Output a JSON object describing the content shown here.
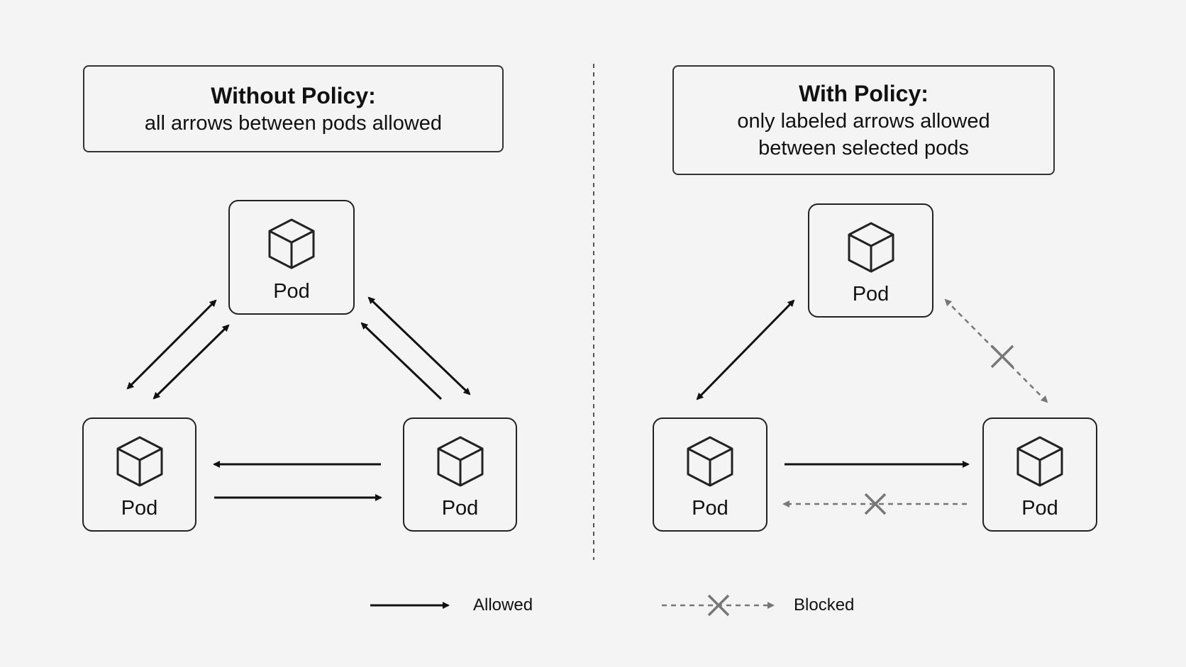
{
  "left_panel": {
    "title": "Without Policy:",
    "subtitle_lines": [
      "all arrows between pods allowed"
    ],
    "pods": [
      {
        "label": "Pod"
      },
      {
        "label": "Pod"
      },
      {
        "label": "Pod"
      }
    ]
  },
  "right_panel": {
    "title": "With Policy:",
    "subtitle_lines": [
      "only labeled arrows allowed",
      "between selected pods"
    ],
    "pods": [
      {
        "label": "Pod"
      },
      {
        "label": "Pod"
      },
      {
        "label": "Pod"
      }
    ]
  },
  "legend": {
    "allowed_label": "Allowed",
    "blocked_label": "Blocked"
  },
  "colors": {
    "allowed": "#111111",
    "blocked": "#777777",
    "background": "#f4f4f4"
  },
  "icons": {
    "pod": "cube-icon",
    "blocked_marker": "x-icon"
  }
}
